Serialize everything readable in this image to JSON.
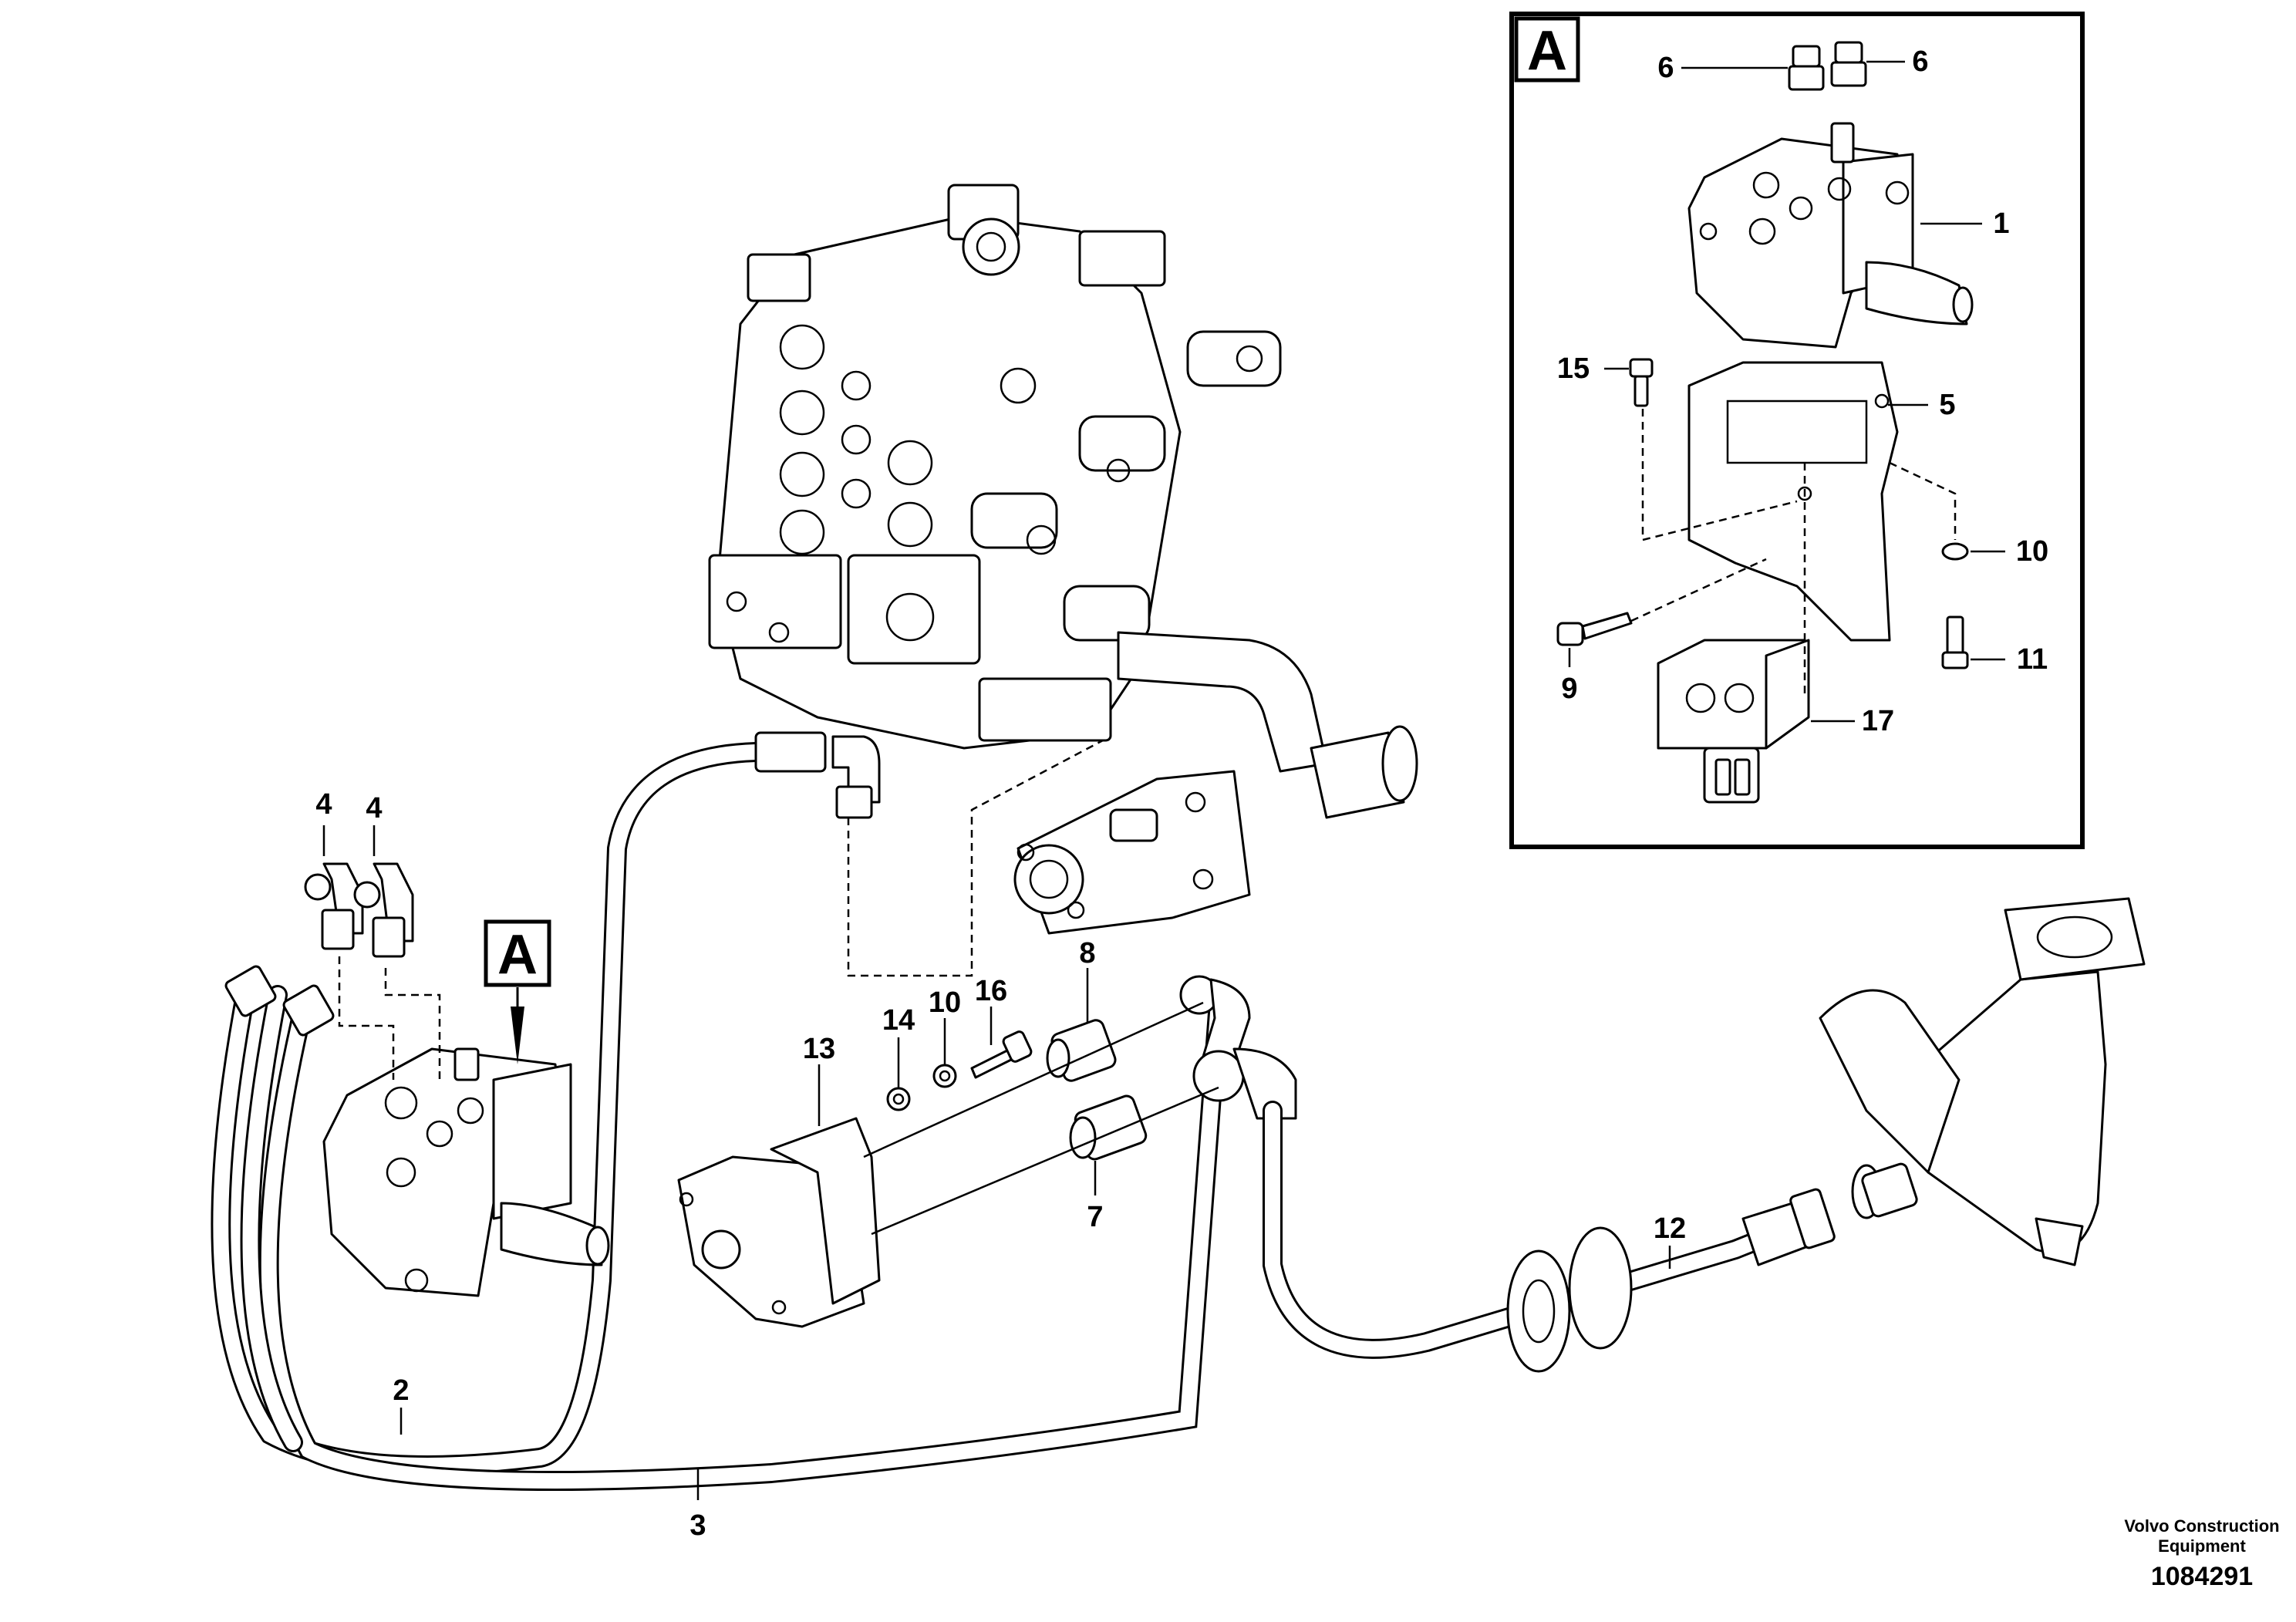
{
  "callouts": {
    "c1": "1",
    "c2": "2",
    "c3": "3",
    "c4a": "4",
    "c4b": "4",
    "c5": "5",
    "c6a": "6",
    "c6b": "6",
    "c7": "7",
    "c8": "8",
    "c9": "9",
    "c10a": "10",
    "c10b": "10",
    "c11": "11",
    "c12": "12",
    "c13": "13",
    "c14": "14",
    "c15": "15",
    "c16": "16",
    "c17": "17"
  },
  "detail_box": {
    "label": "A"
  },
  "detail_marker": {
    "label": "A"
  },
  "footer": {
    "company_line1": "Volvo Construction",
    "company_line2": "Equipment",
    "drawing_number": "1084291"
  }
}
